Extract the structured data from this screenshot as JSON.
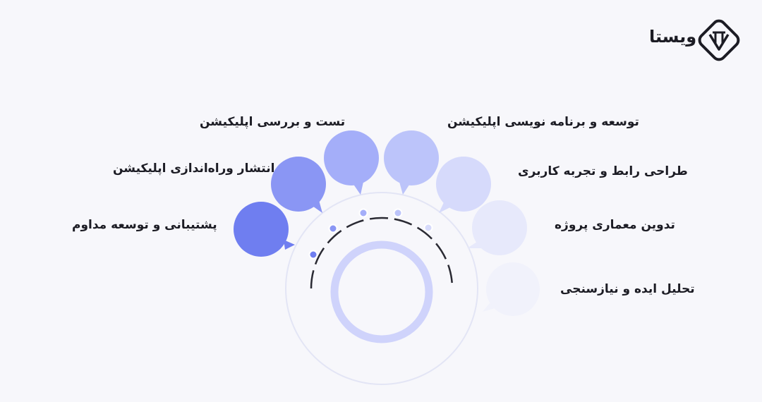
{
  "brand": {
    "name": "ویستا",
    "logo_icon": "vista-diamond-logo"
  },
  "steps": [
    {
      "label": "تحلیل ایده و نیازسنجی",
      "color": "#f1f2fb"
    },
    {
      "label": "تدوین معماری پروژه",
      "color": "#e7e9fb"
    },
    {
      "label": "طراحی رابط و تجربه کاربری",
      "color": "#d6dafb"
    },
    {
      "label": "توسعه و برنامه نویسی اپلیکیشن",
      "color": "#bcc4fa"
    },
    {
      "label": "تست و بررسی اپلیکیشن",
      "color": "#a4aef9"
    },
    {
      "label": "انتشار وراه‌اندازی اپلیکیشن",
      "color": "#8a96f4"
    },
    {
      "label": "پشتیبانی و توسعه مداوم",
      "color": "#6f7ef0"
    }
  ],
  "colors": {
    "ring_inner": "#cfd3fb",
    "ring_outer": "#e3e5f5",
    "track": "#2a2a33",
    "background": "#f7f7fb"
  }
}
